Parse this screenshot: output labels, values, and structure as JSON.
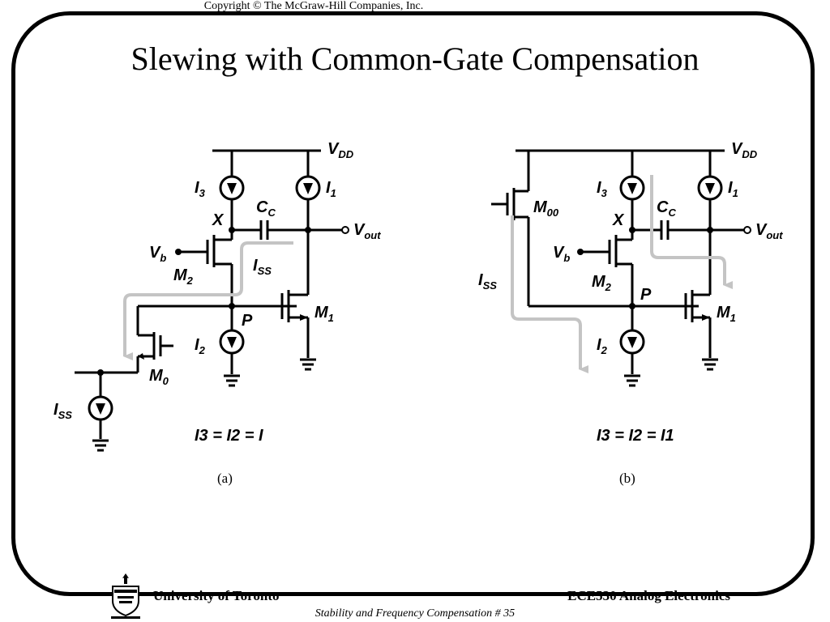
{
  "header": {
    "copyright": "Copyright © The McGraw-Hill Companies, Inc."
  },
  "slide": {
    "title": "Slewing with Common-Gate Compensation"
  },
  "circuit_a": {
    "vdd": "V",
    "vdd_sub": "DD",
    "i3": "I",
    "i3_sub": "3",
    "i1": "I",
    "i1_sub": "1",
    "cc": "C",
    "cc_sub": "C",
    "x": "X",
    "vout": "V",
    "vout_sub": "out",
    "vb": "V",
    "vb_sub": "b",
    "m2": "M",
    "m2_sub": "2",
    "iss_inner": "I",
    "iss_inner_sub": "SS",
    "m1": "M",
    "m1_sub": "1",
    "p": "P",
    "i2": "I",
    "i2_sub": "2",
    "m0": "M",
    "m0_sub": "0",
    "iss": "I",
    "iss_sub": "SS",
    "equation": "I3 = I2 = I",
    "caption": "(a)"
  },
  "circuit_b": {
    "vdd": "V",
    "vdd_sub": "DD",
    "m00": "M",
    "m00_sub": "00",
    "i3": "I",
    "i3_sub": "3",
    "cc": "C",
    "cc_sub": "C",
    "i1": "I",
    "i1_sub": "1",
    "x": "X",
    "vout": "V",
    "vout_sub": "out",
    "vb": "V",
    "vb_sub": "b",
    "iss": "I",
    "iss_sub": "SS",
    "m2": "M",
    "m2_sub": "2",
    "p": "P",
    "m1": "M",
    "m1_sub": "1",
    "i2": "I",
    "i2_sub": "2",
    "equation": "I3 = I2 = I1",
    "caption": "(b)"
  },
  "footer": {
    "university": "University of Toronto",
    "course": "ECE530 Analog Electronics",
    "slide_info": "Stability and Frequency Compensation # 35"
  }
}
